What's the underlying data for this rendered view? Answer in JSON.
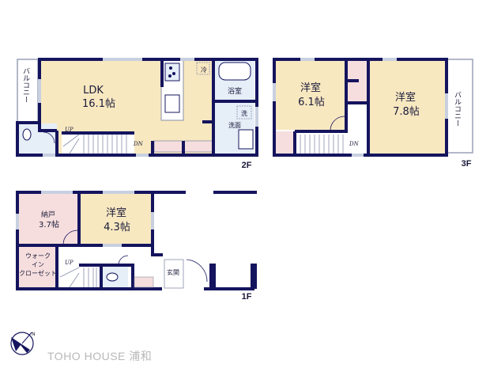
{
  "colors": {
    "wall": "#14145e",
    "ldk_floor": "#f8e8c0",
    "room_floor": "#f8e8c0",
    "pink_floor": "#f6dede",
    "wet_floor": "#e6eef8",
    "window": "#c8d0e0",
    "brand_text": "#b8b8b8"
  },
  "floors": {
    "f2": {
      "label": "2F",
      "balcony": "バルコニー",
      "ldk_name": "LDK",
      "ldk_size": "16.1帖",
      "fridge": "冷",
      "bath": "浴室",
      "washer": "洗",
      "washroom": "洗面",
      "stair_up": "UP",
      "stair_dn": "DN"
    },
    "f3": {
      "label": "3F",
      "room1_name": "洋室",
      "room1_size": "6.1帖",
      "room2_name": "洋室",
      "room2_size": "7.8帖",
      "balcony": "バルコニー",
      "stair_dn": "DN"
    },
    "f1": {
      "label": "1F",
      "storage_name": "納戸",
      "storage_size": "3.7帖",
      "room_name": "洋室",
      "room_size": "4.3帖",
      "wic_line1": "ウォーク",
      "wic_line2": "イン",
      "wic_line3": "クローゼット",
      "stair_up": "UP",
      "entrance": "玄関"
    }
  },
  "compass": {
    "label": "N"
  },
  "brand": "TOHO HOUSE 浦和"
}
